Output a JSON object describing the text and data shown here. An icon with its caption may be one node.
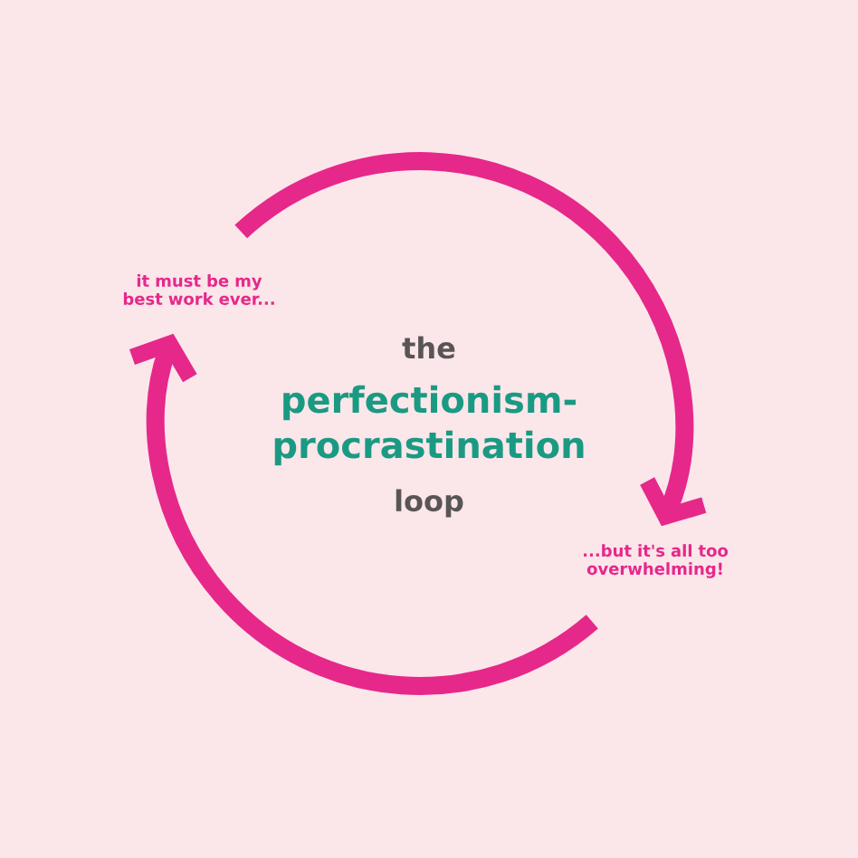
{
  "diagram": {
    "nodes": [
      {
        "text": [
          "it must be my best work ever..."
        ]
      },
      {
        "text": [
          "...but it's all too overwhelming!"
        ]
      }
    ],
    "edges": [
      {
        "from": 0,
        "to": 1,
        "arrow": "to"
      },
      {
        "from": 1,
        "to": 0,
        "arrow": "to"
      }
    ],
    "labels": [
      "the",
      "perfectionism-procrastination",
      "loop"
    ]
  }
}
